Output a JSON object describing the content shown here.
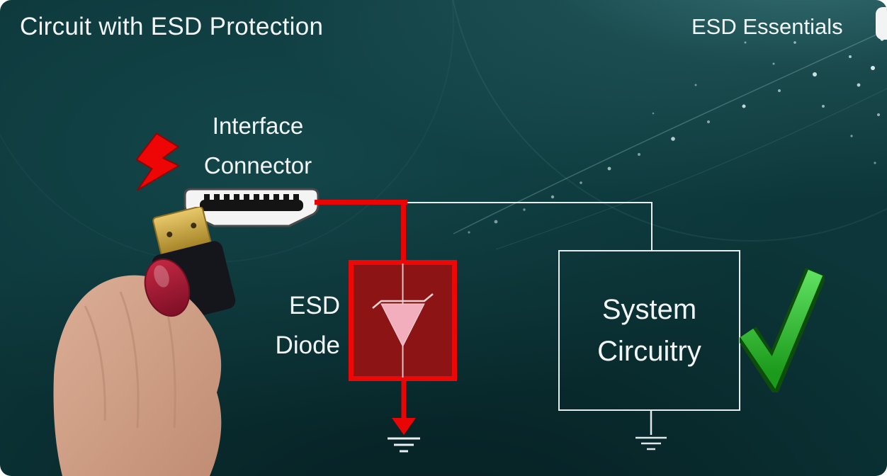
{
  "slide": {
    "title": "Circuit with ESD Protection",
    "brand": "ESD Essentials"
  },
  "labels": {
    "connector": [
      "Interface",
      "Connector"
    ],
    "diode": [
      "ESD",
      "Diode"
    ],
    "system": [
      "System",
      "Circuitry"
    ]
  },
  "icons": {
    "lightning": "esd-strike-bolt",
    "check": "protection-ok-checkmark",
    "ground_under_diode": "ground-symbol",
    "ground_under_system": "ground-symbol",
    "connector_graphic": "hdmi-interface-connector",
    "photo": "hand-holding-hdmi-cable",
    "diode_symbol": "zener-diode-to-ground",
    "brand_logo": "channel-logo-partial"
  },
  "colors": {
    "background": "#0c3639",
    "wire_red": "#e90505",
    "wire_white": "#e9efef",
    "diode_fill": "#8c1414",
    "diode_border": "#ed0707",
    "diode_triangle": "#f2aebc",
    "text": "#f2f6f6",
    "check_green": "#2db92d",
    "nail_red": "#9b1b30"
  }
}
